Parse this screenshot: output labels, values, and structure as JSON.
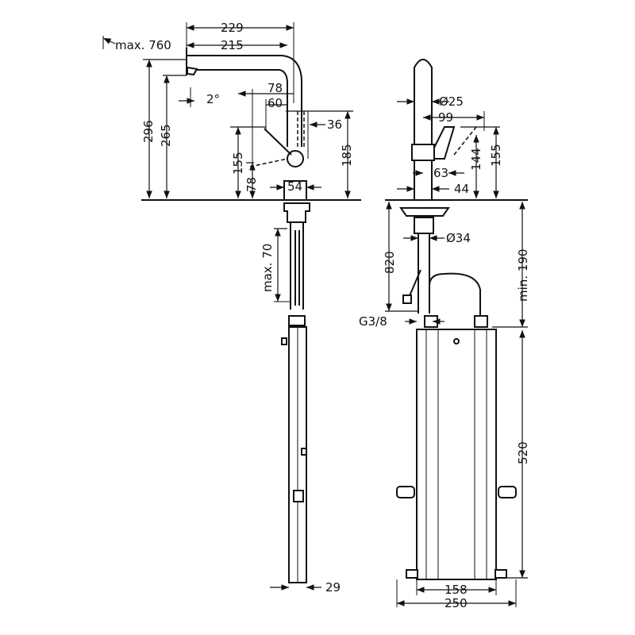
{
  "title": "Kitchen faucet dimension drawing",
  "side_view": {
    "dims": {
      "w229": "229",
      "w215": "215",
      "max760": "max. 760",
      "angle": "2°",
      "w78": "78",
      "w60": "60",
      "w36": "36",
      "h296": "296",
      "h265": "265",
      "h155": "155",
      "h78": "78",
      "w54": "54",
      "h185": "185",
      "max70": "max. 70",
      "w29": "29"
    }
  },
  "front_view": {
    "dims": {
      "d25": "Ø25",
      "w99": "99",
      "h144": "144",
      "h155": "155",
      "w63": "63",
      "w44": "44",
      "h820": "820",
      "d34": "Ø34",
      "min190": "min. 190",
      "thread": "G3/8",
      "h520": "520",
      "w158": "158",
      "w250": "250"
    }
  }
}
